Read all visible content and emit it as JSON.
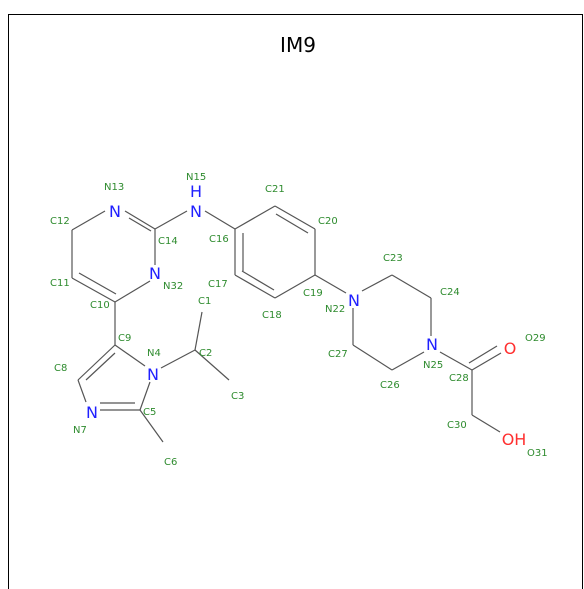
{
  "title": "IM9",
  "colors": {
    "carbon_label": "#2e8b2e",
    "nitrogen": "#2020ff",
    "oxygen": "#ff3030",
    "bond": "#555555"
  },
  "heteroatoms": [
    {
      "id": "N13",
      "symbol": "N",
      "element": "N"
    },
    {
      "id": "N32",
      "symbol": "N",
      "element": "N"
    },
    {
      "id": "N15",
      "symbol": "NH",
      "element": "N"
    },
    {
      "id": "N4",
      "symbol": "N",
      "element": "N"
    },
    {
      "id": "N7",
      "symbol": "N",
      "element": "N"
    },
    {
      "id": "N22",
      "symbol": "N",
      "element": "N"
    },
    {
      "id": "N25",
      "symbol": "N",
      "element": "N"
    },
    {
      "id": "O29",
      "symbol": "O",
      "element": "O"
    },
    {
      "id": "O31",
      "symbol": "OH",
      "element": "O"
    }
  ],
  "atom_labels": [
    "N15",
    "N13",
    "C21",
    "C12",
    "C14",
    "C16",
    "C20",
    "N32",
    "C23",
    "C11",
    "C17",
    "C19",
    "C24",
    "C10",
    "N22",
    "C1",
    "C9",
    "O29",
    "C18",
    "N4",
    "C2",
    "C8",
    "C27",
    "N25",
    "C28",
    "C26",
    "C3",
    "C5",
    "C30",
    "N7",
    "O31",
    "C6"
  ]
}
